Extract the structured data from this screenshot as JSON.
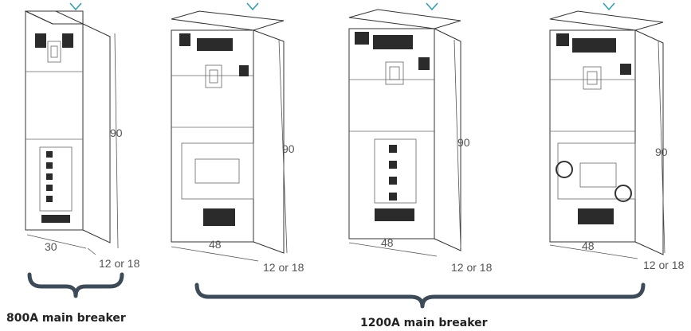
{
  "colors": {
    "accent": "#2d9cb0",
    "brace": "#3d4a57",
    "outline": "#333333",
    "vent": "#2b2b2b"
  },
  "cabinets": [
    {
      "height_label": "90",
      "width_label": "30",
      "depth_label": "12 or 18"
    },
    {
      "height_label": "90",
      "width_label": "48",
      "depth_label": "12 or 18"
    },
    {
      "height_label": "90",
      "width_label": "48",
      "depth_label": "12 or 18"
    },
    {
      "height_label": "90",
      "width_label": "48",
      "depth_label": "12 or 18"
    }
  ],
  "groups": [
    {
      "label": "800A main breaker"
    },
    {
      "label": "1200A main breaker"
    }
  ]
}
